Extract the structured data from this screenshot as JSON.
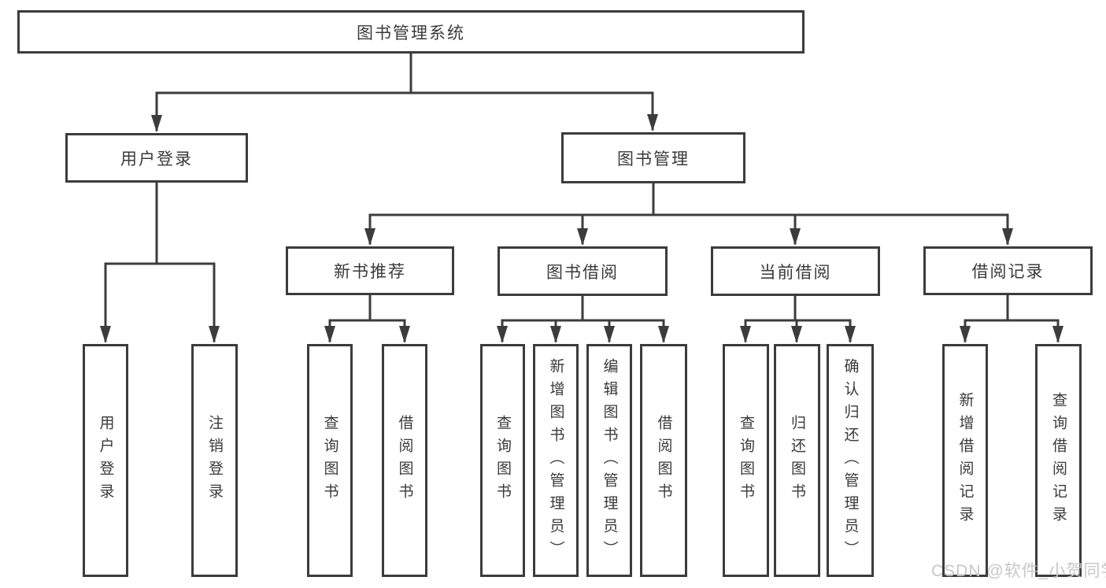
{
  "diagram": {
    "root": {
      "label": "图书管理系统"
    },
    "branches": [
      {
        "label": "用户登录",
        "children": [
          {
            "label": "用户登录"
          },
          {
            "label": "注销登录"
          }
        ]
      },
      {
        "label": "图书管理",
        "children": [
          {
            "label": "新书推荐",
            "children": [
              {
                "label": "查询图书"
              },
              {
                "label": "借阅图书"
              }
            ]
          },
          {
            "label": "图书借阅",
            "children": [
              {
                "label": "查询图书"
              },
              {
                "label": "新增图书（管理员）"
              },
              {
                "label": "编辑图书（管理员）"
              },
              {
                "label": "借阅图书"
              }
            ]
          },
          {
            "label": "当前借阅",
            "children": [
              {
                "label": "查询图书"
              },
              {
                "label": "归还图书"
              },
              {
                "label": "确认归还（管理员）"
              }
            ]
          },
          {
            "label": "借阅记录",
            "children": [
              {
                "label": "新增借阅记录"
              },
              {
                "label": "查询借阅记录"
              }
            ]
          }
        ]
      }
    ]
  },
  "watermark": {
    "text": "CSDN @软件_小贺同学"
  },
  "colors": {
    "line": "#3c3c3c",
    "box_border": "#3c3c3c",
    "text": "#3a3a3a",
    "watermark": "#c7c7c7",
    "background": "#ffffff"
  }
}
